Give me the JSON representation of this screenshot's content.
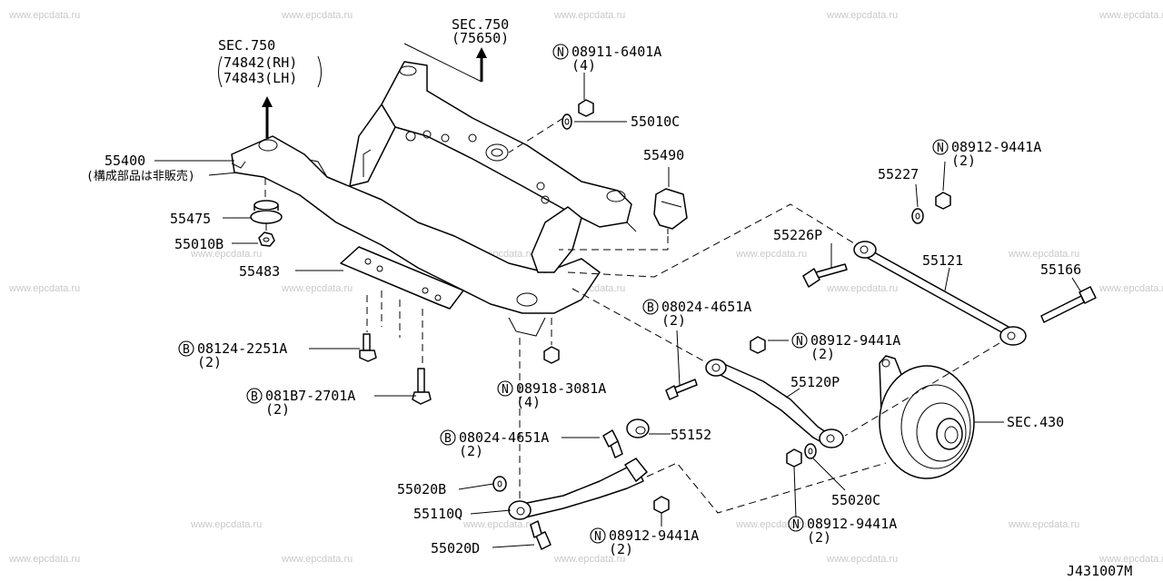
{
  "watermark": "www.epcdata.ru",
  "diagram_id": "J431007M",
  "labels": {
    "sec750_top": "SEC.750",
    "sec750_top_sub": "(75650)",
    "sec750_left": "SEC.750",
    "ref_74842": "74842(RH)",
    "ref_74843": "74843(LH)",
    "p55400": "55400",
    "p55400_note": "(構成部品は非販売)",
    "p55475": "55475",
    "p55010b": "55010B",
    "p55483": "55483",
    "b08124": "08124-2251A",
    "b08124_qty": "(2)",
    "b081b7": "081B7-2701A",
    "b081b7_qty": "(2)",
    "n08911": "08911-6401A",
    "n08911_qty": "(4)",
    "p55010c": "55010C",
    "p55490": "55490",
    "n08912_a": "08912-9441A",
    "n08912_a_qty": "(2)",
    "p55227": "55227",
    "p55226p": "55226P",
    "p55121": "55121",
    "p55166": "55166",
    "b08024_a": "08024-4651A",
    "b08024_a_qty": "(2)",
    "n08912_b": "08912-9441A",
    "n08912_b_qty": "(2)",
    "p55120p": "55120P",
    "sec430": "SEC.430",
    "n08918": "08918-3081A",
    "n08918_qty": "(4)",
    "b08024_b": "08024-4651A",
    "b08024_b_qty": "(2)",
    "p55152": "55152",
    "p55020b": "55020B",
    "p55110q": "55110Q",
    "p55020d": "55020D",
    "n08912_c": "08912-9441A",
    "n08912_c_qty": "(2)",
    "p55020c": "55020C",
    "n08912_d": "08912-9441A",
    "n08912_d_qty": "(2)",
    "badge_n": "N",
    "badge_b": "B"
  }
}
